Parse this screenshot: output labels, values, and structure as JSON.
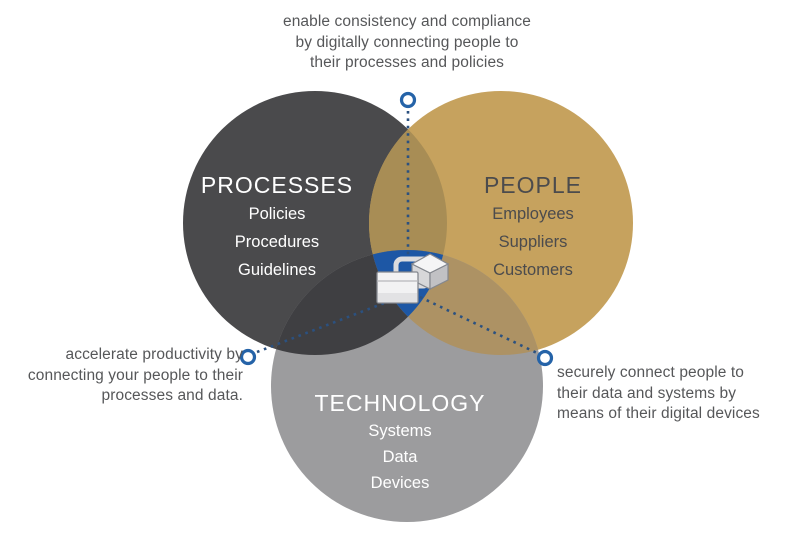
{
  "diagram": {
    "type": "venn-3-circle",
    "annotations": {
      "top": {
        "lines": [
          "enable consistency and compliance",
          "by digitally connecting people to",
          "their processes and policies"
        ]
      },
      "left": {
        "lines": [
          "accelerate productivity by",
          "connecting your people to their",
          "processes and data."
        ]
      },
      "right": {
        "lines": [
          "securely connect people to",
          "their data and systems by",
          "means of their digital devices"
        ]
      }
    },
    "circles": {
      "processes": {
        "title": "PROCESSES",
        "items": [
          "Policies",
          "Procedures",
          "Guidelines"
        ],
        "color": "#4a4a4c"
      },
      "people": {
        "title": "PEOPLE",
        "items": [
          "Employees",
          "Suppliers",
          "Customers"
        ],
        "color": "#c6a25e"
      },
      "technology": {
        "title": "TECHNOLOGY",
        "items": [
          "Systems",
          "Data",
          "Devices"
        ],
        "color": "#9c9c9e"
      }
    },
    "overlaps": {
      "processes_people": "#a88d55",
      "processes_technology": "#3f3f42",
      "people_technology": "#ad9264",
      "center": "#1d57a5"
    },
    "connector": {
      "marker_color": "#2563a8",
      "line_color": "#2b5180"
    },
    "center_icon": "stacked-boxes-icon",
    "text_color": "#565759"
  }
}
